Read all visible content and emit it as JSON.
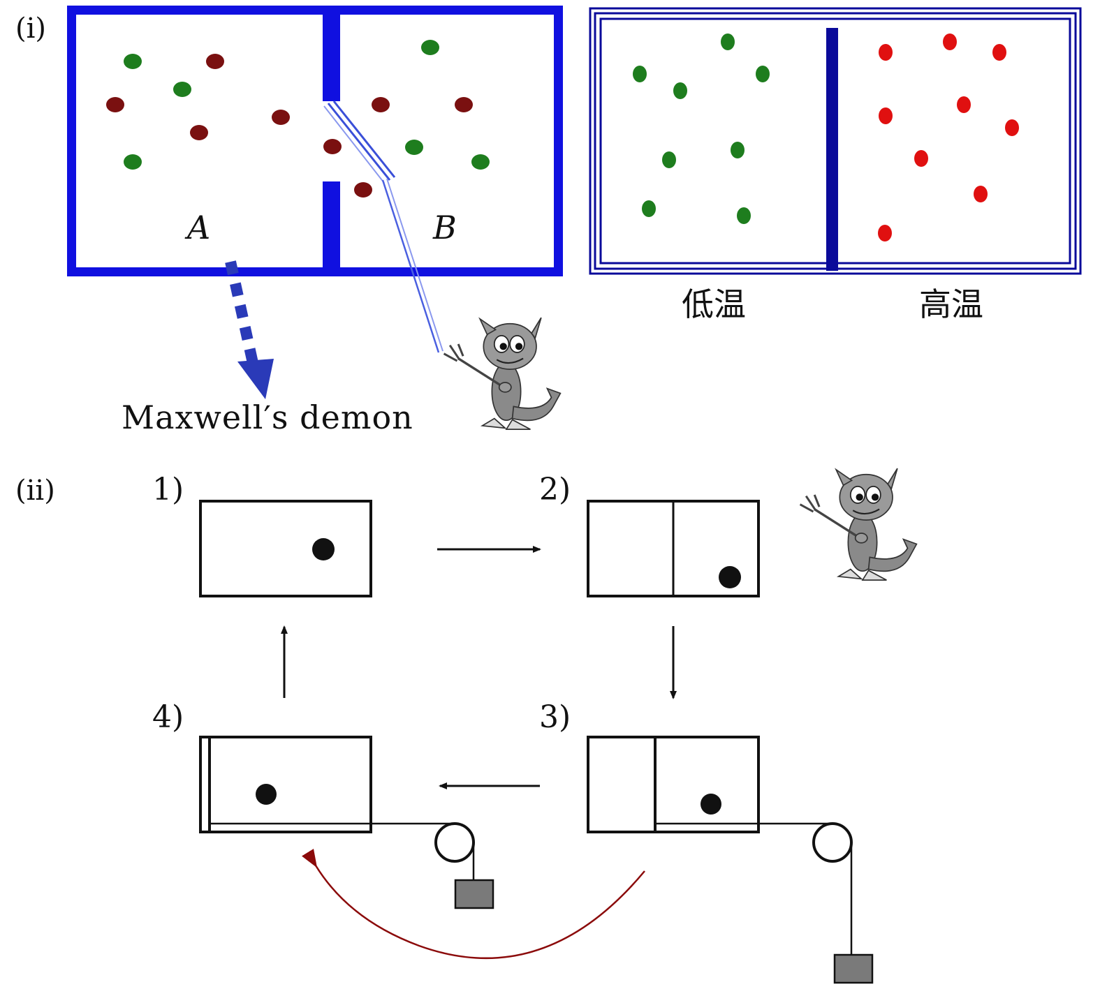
{
  "panel_i": {
    "label": "(i)",
    "chamber_left": {
      "label_a": "A",
      "label_b": "B"
    },
    "caption": "Maxwell′s demon",
    "temp_low": "低温",
    "temp_high": "高温"
  },
  "panel_ii": {
    "label": "(ii)",
    "steps": [
      "1)",
      "2)",
      "3)",
      "4)"
    ]
  },
  "colors": {
    "chamber_blue": "#1010e0",
    "divider_navy": "#0a0a9a",
    "molecule_green": "#1e7d1e",
    "molecule_darkred": "#7a1010",
    "molecule_red": "#e01010",
    "cycle_arrow": "#8b0a0a",
    "weight_gray": "#7a7a7a"
  },
  "icons": [
    "demon-icon",
    "trident-icon",
    "pulley-icon",
    "weight-icon"
  ]
}
